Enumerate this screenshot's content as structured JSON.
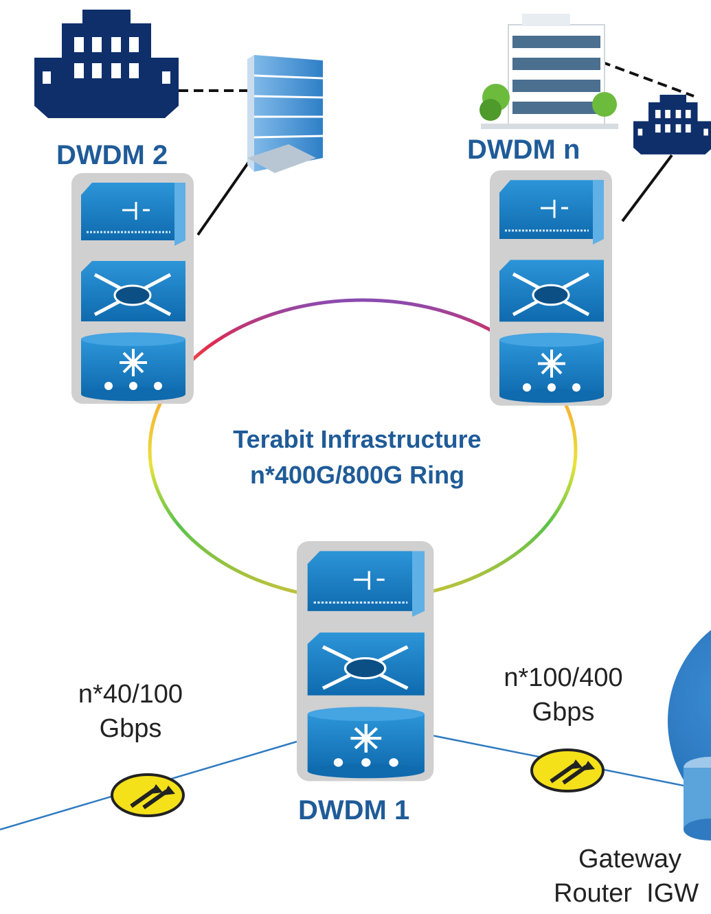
{
  "nodes": {
    "dwdm2": {
      "label": "DWDM 2"
    },
    "dwdmn": {
      "label": "DWDM n"
    },
    "dwdm1": {
      "label": "DWDM 1"
    }
  },
  "ring": {
    "title_line1": "Terabit Infrastructure",
    "title_line2": "n*400G/800G Ring"
  },
  "links": {
    "left_speed_line1": "n*40/100",
    "left_speed_line2": "Gbps",
    "right_speed_line1": "n*100/400",
    "right_speed_line2": "Gbps"
  },
  "gateway": {
    "line1": "Gateway",
    "line2": "Router  IGW"
  },
  "colors": {
    "label_blue": "#1f5b98",
    "device_blue": "#1a7cc4",
    "chassis_gray": "#cfcfcf",
    "enterprise_navy": "#0f2f6b",
    "link_blue": "#2f7ac0"
  }
}
